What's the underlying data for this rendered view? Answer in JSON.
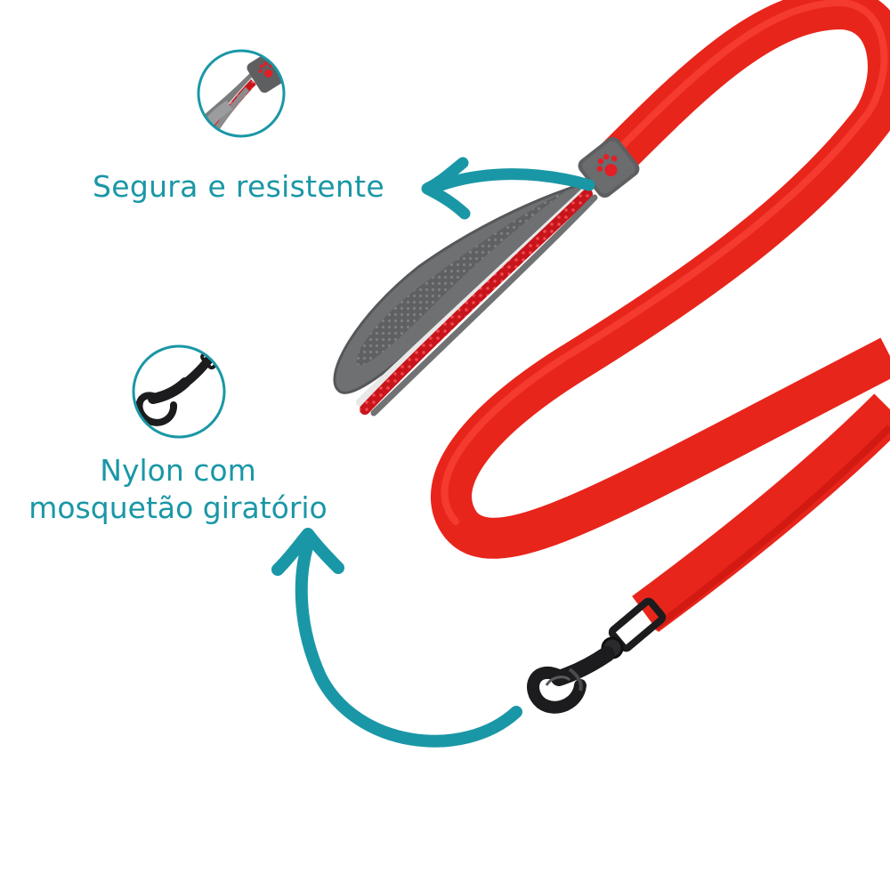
{
  "features": [
    {
      "label": "Segura e resistente",
      "icon": "leash-handle-closeup-icon"
    },
    {
      "line1": "Nylon com",
      "line2": "mosquetão giratório",
      "icon": "swivel-snap-hook-icon"
    }
  ],
  "colors": {
    "accent": "#1a97a6",
    "leash_red": "#e8251b",
    "handle_gray": "#6c6e70",
    "metal": "#1c1c1e"
  }
}
